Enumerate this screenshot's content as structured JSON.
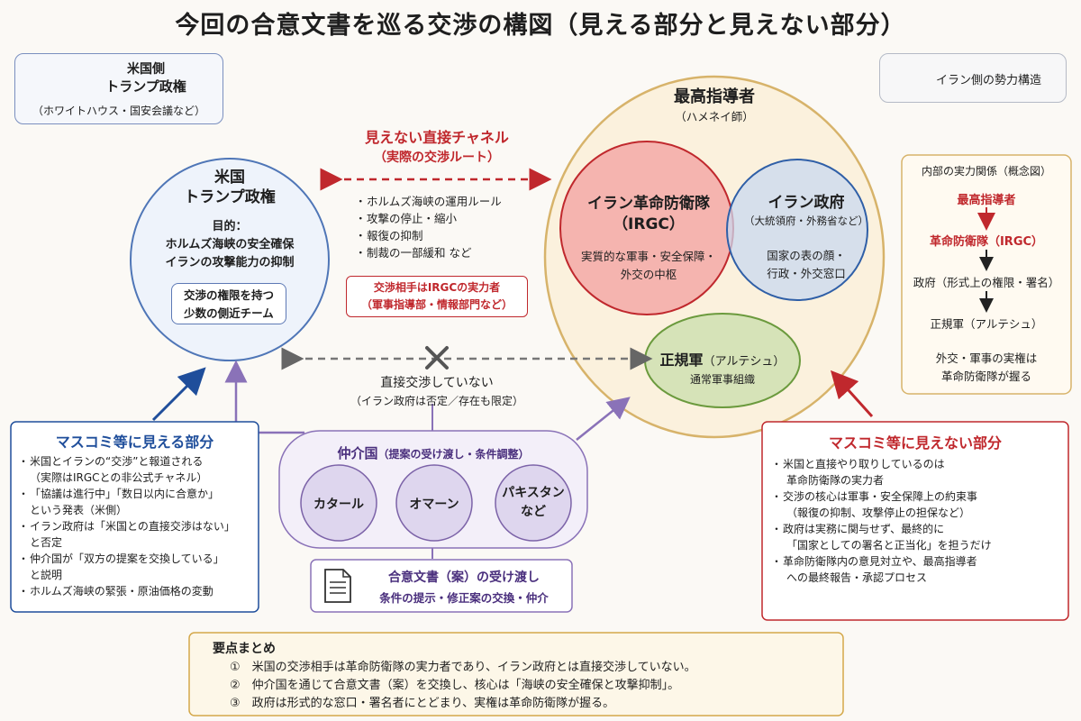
{
  "title": "今回の合意文書を巡る交渉の構図（見える部分と見えない部分）",
  "us_header": {
    "line1": "米国側",
    "line2": "トランプ政権",
    "line3": "（ホワイトハウス・国安会議など）"
  },
  "iran_header": {
    "label": "イラン側の勢力構造"
  },
  "us_circle": {
    "title1": "米国",
    "title2": "トランプ政権",
    "purpose_label": "目的：",
    "purpose1": "ホルムズ海峡の安全確保",
    "purpose2": "イランの攻撃能力の抑制",
    "team1": "交渉の権限を持つ",
    "team2": "少数の側近チーム"
  },
  "hidden_channel": {
    "title1": "見えない直接チャネル",
    "title2": "（実際の交渉ルート）",
    "items": [
      "ホルムズ海峡の運用ルール",
      "攻撃の停止・縮小",
      "報復の抑制",
      "制裁の一部緩和 など"
    ],
    "partner1": "交渉相手はIRGCの実力者",
    "partner2": "（軍事指導部・情報部門など）"
  },
  "no_direct": {
    "label": "直接交渉していない",
    "note": "（イラン政府は否定／存在も限定）"
  },
  "supreme": {
    "title": "最高指導者",
    "name": "（ハメネイ師）"
  },
  "irgc": {
    "title": "イラン革命防衛隊",
    "abbr": "（IRGC）",
    "desc1": "実質的な軍事・安全保障・",
    "desc2": "外交の中枢"
  },
  "gov": {
    "title": "イラン政府",
    "sub": "（大統領府・外務省など）",
    "desc1": "国家の表の顔・",
    "desc2": "行政・外交窓口"
  },
  "army": {
    "title": "正規軍",
    "title_sub": "（アルテシュ）",
    "desc": "通常軍事組織"
  },
  "power": {
    "title": "内部の実力関係（概念図）",
    "n1": "最高指導者",
    "n2": "革命防衛隊（IRGC）",
    "n3": "政府（形式上の権限・署名）",
    "n4": "正規軍（アルテシュ）",
    "f1": "外交・軍事の実権は",
    "f2": "革命防衛隊が握る"
  },
  "mediators": {
    "title": "仲介国",
    "title_sub": "（提案の受け渡し・条件調整）",
    "c1": "カタール",
    "c2": "オマーン",
    "c3a": "パキスタン",
    "c3b": "など"
  },
  "doc": {
    "line1": "合意文書（案）の受け渡し",
    "line2": "条件の提示・修正案の交換・仲介"
  },
  "visible": {
    "title": "マスコミ等に見える部分",
    "i1": "米国とイランの“交渉”と報道される",
    "i1s": "（実際はIRGCとの非公式チャネル）",
    "i2": "「協議は進行中」「数日以内に合意か」",
    "i2s": "という発表（米側）",
    "i3": "イラン政府は「米国との直接交渉はない」",
    "i3s": "と否定",
    "i4": "仲介国が「双方の提案を交換している」",
    "i4s": "と説明",
    "i5": "ホルムズ海峡の緊張・原油価格の変動"
  },
  "invisible": {
    "title": "マスコミ等に見えない部分",
    "i1": "米国と直接やり取りしているのは",
    "i1s": "革命防衛隊の実力者",
    "i2": "交渉の核心は軍事・安全保障上の約束事",
    "i2s": "（報復の抑制、攻撃停止の担保など）",
    "i3": "政府は実務に関与せず、最終的に",
    "i3s": "「国家としての署名と正当化」を担うだけ",
    "i4": "革命防衛隊内の意見対立や、最高指導者",
    "i4s": "への最終報告・承認プロセス"
  },
  "summary": {
    "title": "要点まとめ",
    "p1": "①　米国の交渉相手は革命防衛隊の実力者であり、イラン政府とは直接交渉していない。",
    "p2": "②　仲介国を通じて合意文書（案）を交換し、核心は「海峡の安全確保と攻撃抑制」。",
    "p3": "③　政府は形式的な窓口・署名者にとどまり、実権は革命防衛隊が握る。"
  },
  "colors": {
    "blue": "#1f4e9b",
    "red": "#c0282d",
    "purple": "#6a4c9c",
    "gold": "#c9a24b"
  }
}
